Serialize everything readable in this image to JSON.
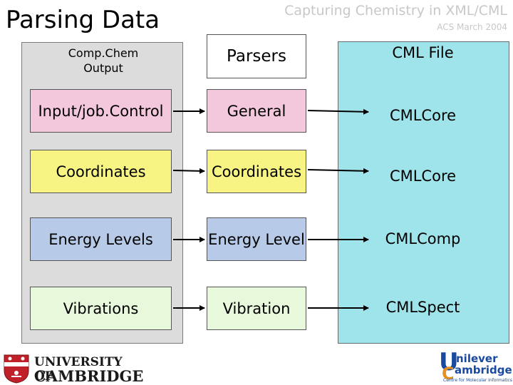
{
  "slide": {
    "title": "Parsing Data",
    "header_title": "Capturing Chemistry in XML/CML",
    "header_subtitle": "ACS March 2004"
  },
  "source": {
    "label": "Comp.Chem Output",
    "items": [
      {
        "label": "Input/job.Control",
        "color": "#f4c8dc"
      },
      {
        "label": "Coordinates",
        "color": "#f8f484"
      },
      {
        "label": "Energy Levels",
        "color": "#b7cbe9"
      },
      {
        "label": "Vibrations",
        "color": "#e8f8da"
      }
    ]
  },
  "parsers": {
    "header": "Parsers",
    "items": [
      {
        "label": "General"
      },
      {
        "label": "Coordinates"
      },
      {
        "label": "Energy Level"
      },
      {
        "label": "Vibration"
      }
    ]
  },
  "cml": {
    "header": "CML File",
    "items": [
      {
        "label": "CMLCore"
      },
      {
        "label": "CMLCore"
      },
      {
        "label": "CMLComp"
      },
      {
        "label": "CMLSpect"
      }
    ]
  },
  "logos": {
    "left_line1": "UNIVERSITY OF",
    "left_line2": "CAMBRIDGE",
    "right_line1": "nilever",
    "right_line2": "ambridge",
    "right_line3": "Centre for Molecular Informatics"
  },
  "colors": {
    "panel_grey": "#dcdcdc",
    "panel_cyan": "#9ee4ea",
    "header_grey": "#c8c8c8",
    "unilever_blue": "#1a4aa0",
    "unilever_orange": "#e8901c"
  }
}
